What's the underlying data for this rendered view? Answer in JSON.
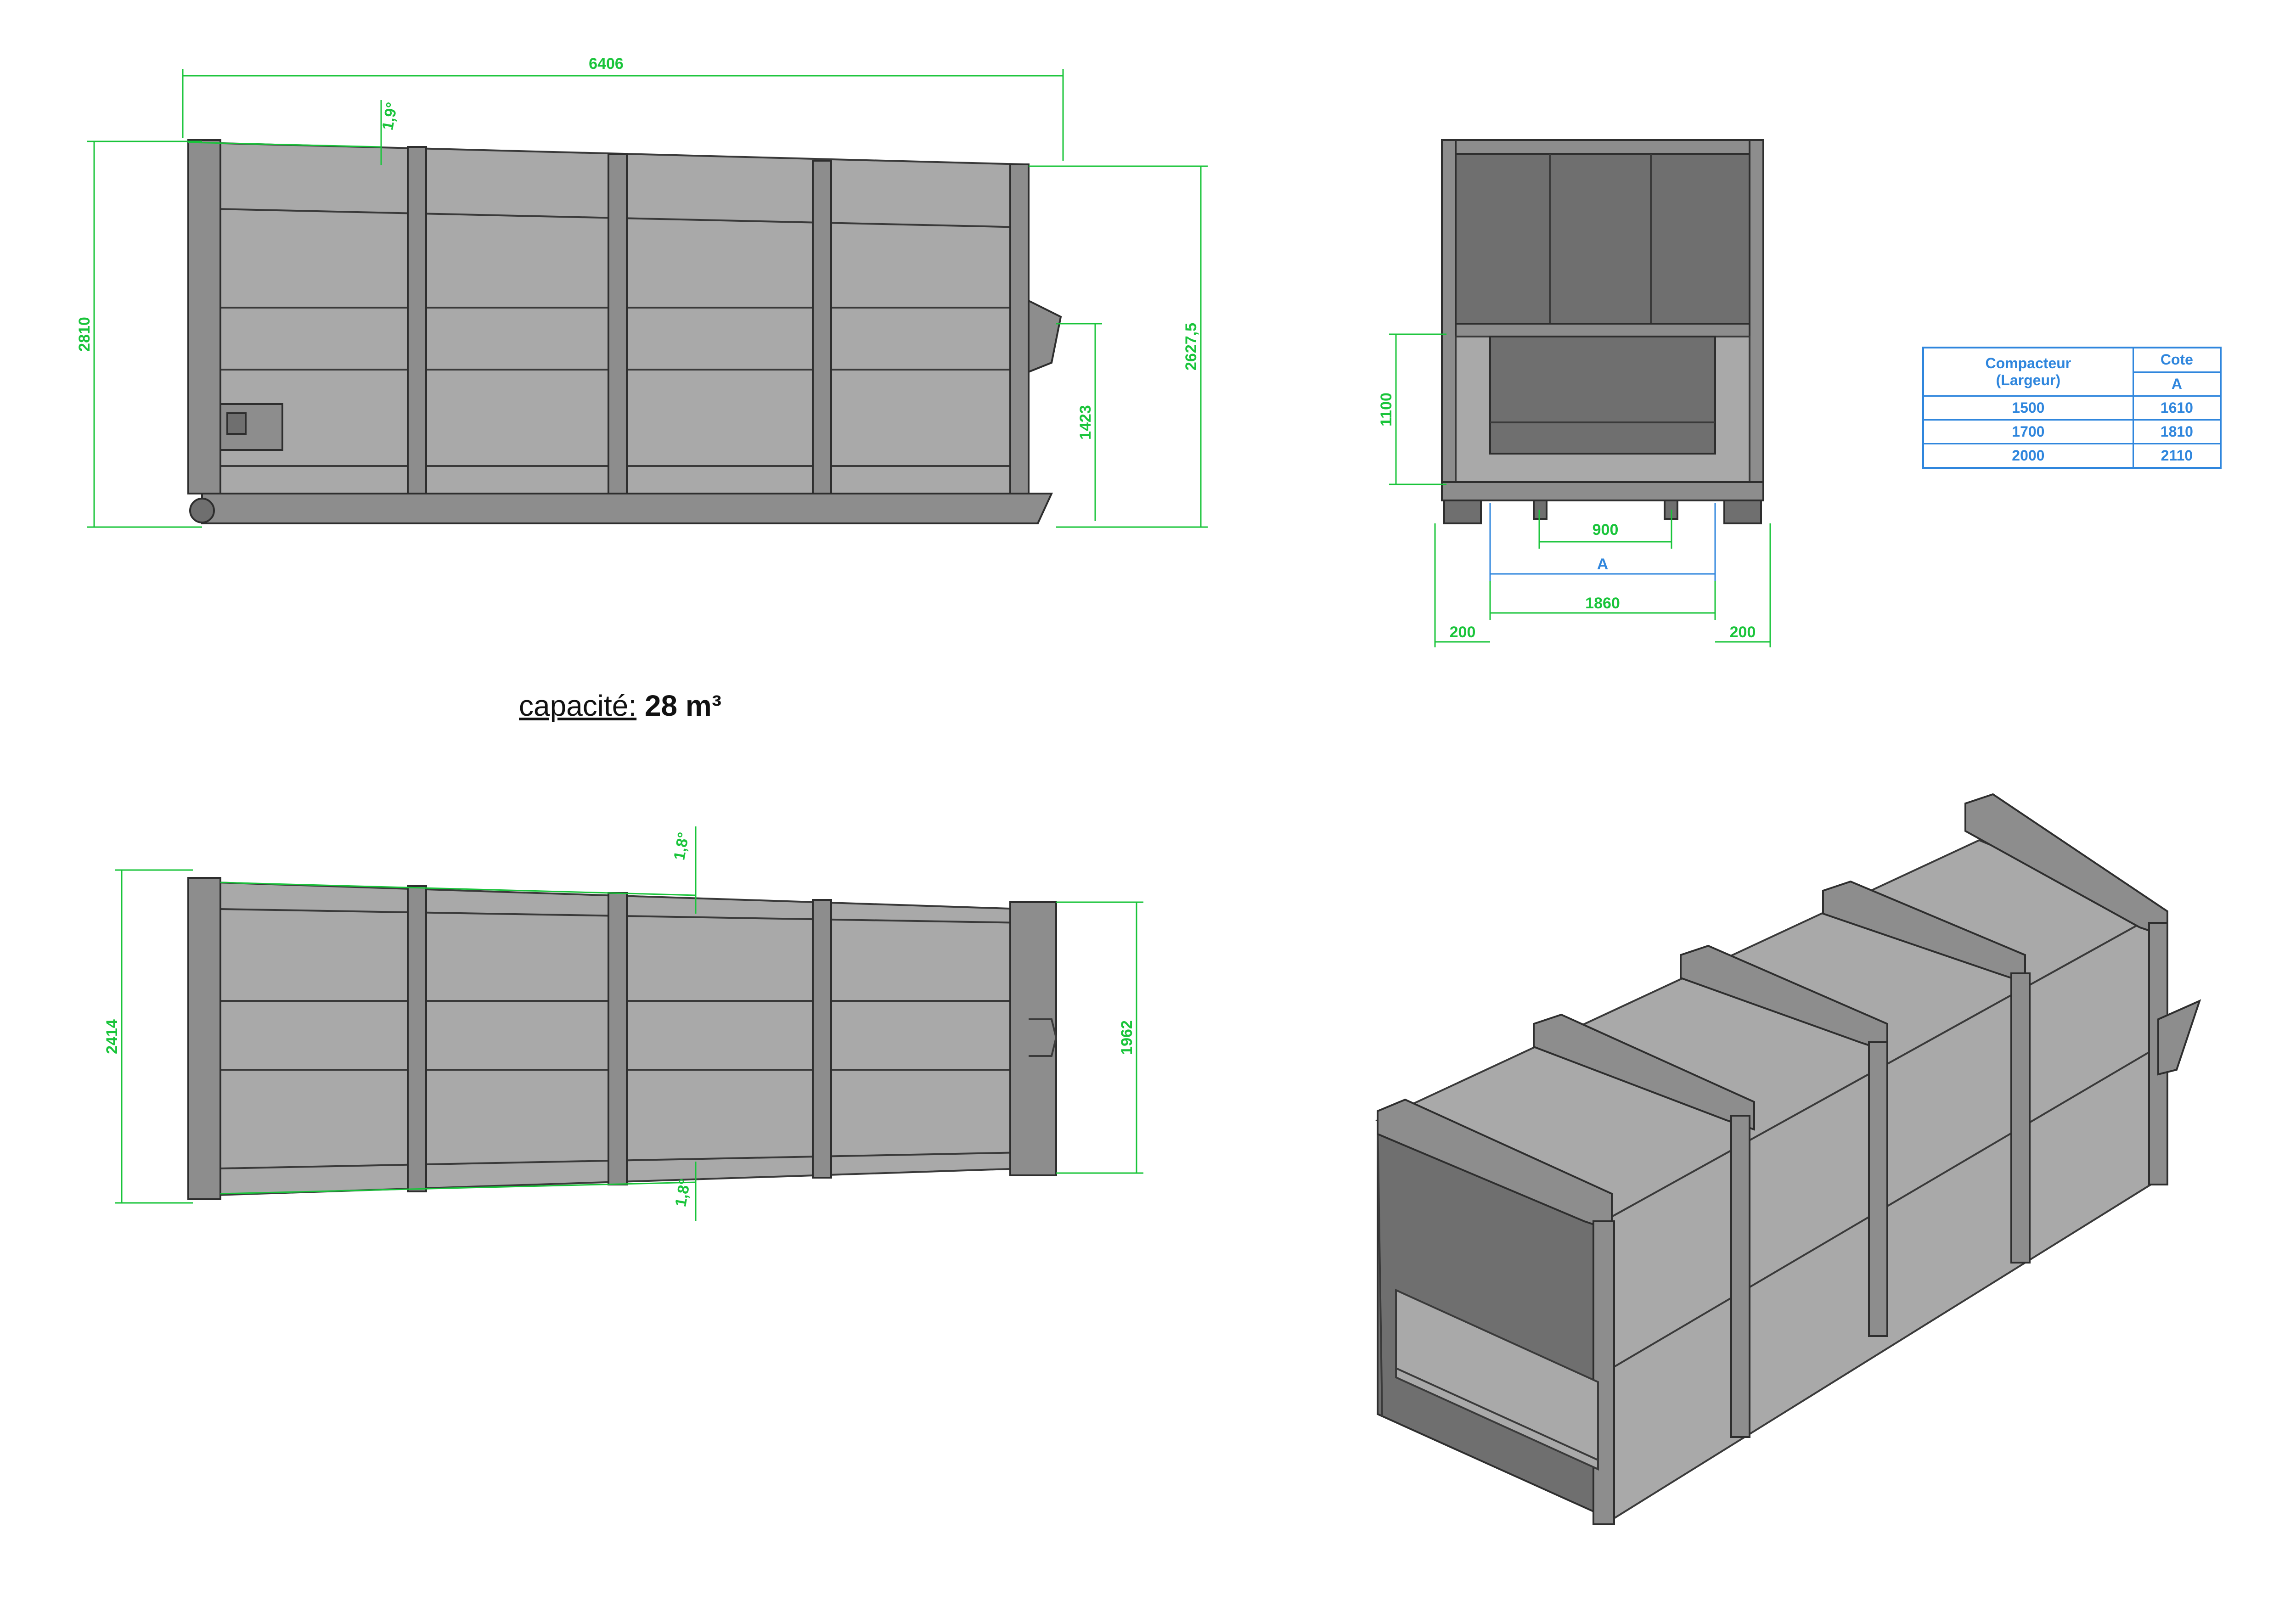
{
  "caption": {
    "label": "capacité:",
    "value": "28 m³"
  },
  "side_view": {
    "overall_length": "6406",
    "height_front": "2810",
    "height_rear": "2627,5",
    "coupling_height": "1423",
    "roof_angle": "1,9°"
  },
  "top_view": {
    "width_front": "2414",
    "width_rear": "1962",
    "taper_top": "1,8°",
    "taper_bottom": "1,8°"
  },
  "front_view": {
    "opening_height": "1100",
    "rail_spacing": "900",
    "opening_width": "A",
    "inner_width": "1860",
    "side_left": "200",
    "side_right": "200"
  },
  "table": {
    "col1_header": "Compacteur",
    "col1_sub": "(Largeur)",
    "col2_header": "Cote",
    "col2_sub": "A",
    "rows": [
      {
        "compacteur": "1500",
        "cote": "1610"
      },
      {
        "compacteur": "1700",
        "cote": "1810"
      },
      {
        "compacteur": "2000",
        "cote": "2110"
      }
    ]
  },
  "colors": {
    "dimension": "#19c43a",
    "table": "#2f86dd",
    "steel": "#a9a9a9"
  }
}
